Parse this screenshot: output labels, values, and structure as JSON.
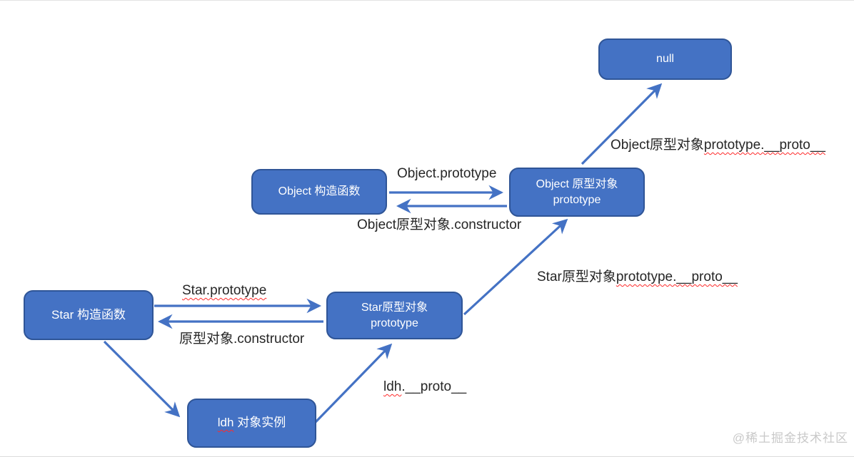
{
  "diagram_title": "JavaScript prototype chain diagram",
  "nodes": {
    "null_box": {
      "label": "null"
    },
    "object_ctor": {
      "label": "Object 构造函数"
    },
    "object_proto": {
      "line1": "Object 原型对象",
      "line2": "prototype"
    },
    "star_ctor": {
      "label": "Star 构造函数"
    },
    "star_proto": {
      "line1": "Star原型对象",
      "line2": "prototype"
    },
    "ldh_instance": {
      "underlined": "ldh",
      "rest": " 对象实例"
    }
  },
  "edge_labels": {
    "object_proto_to_null": {
      "plain": "Object原型对象",
      "underlined": "prototype.__proto__"
    },
    "object_prototype": "Object.prototype",
    "object_constructor": "Object原型对象.constructor",
    "star_proto_to_object_proto": {
      "plain": "Star原型对象",
      "underlined": "prototype.__proto__"
    },
    "star_prototype": "Star.prototype",
    "star_constructor": "原型对象.constructor",
    "ldh_proto": {
      "underlined": "ldh",
      "rest": ".__proto__"
    }
  },
  "watermark": "@稀土掘金技术社区",
  "colors": {
    "box_fill": "#4472C4",
    "box_border": "#2F5597",
    "arrow": "#4472C4",
    "label_text": "#262626",
    "squiggle": "#FF2A2A",
    "watermark": "#C9C9C9"
  }
}
